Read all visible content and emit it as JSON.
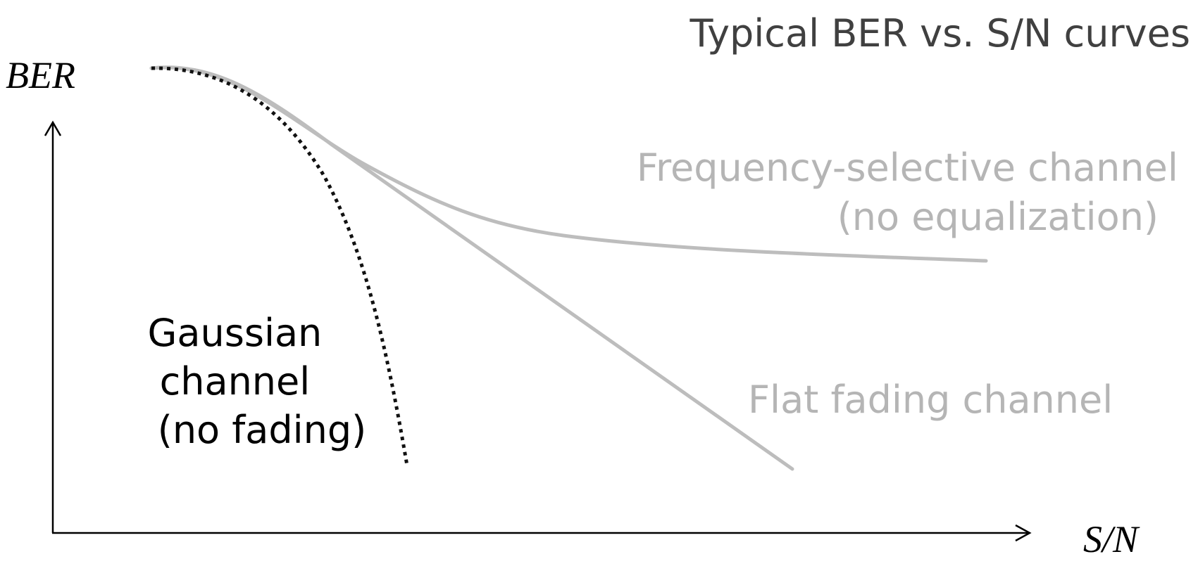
{
  "title": "Typical BER vs. S/N curves",
  "axes": {
    "y_label": "BER",
    "x_label": "S/N"
  },
  "curves": {
    "gaussian": {
      "label_lines": [
        "Gaussian",
        "channel",
        "(no fading)"
      ],
      "color": "#111111",
      "style": "dotted"
    },
    "flat_fading": {
      "label": "Flat fading channel",
      "color": "#bdbdbd",
      "style": "solid"
    },
    "frequency_selective": {
      "label_lines": [
        "Frequency-selective channel",
        "(no equalization)"
      ],
      "color": "#bdbdbd",
      "style": "solid"
    }
  },
  "colors": {
    "title": "#404040",
    "axis": "#000000",
    "gray_label": "#b5b5b5",
    "black_label": "#000000"
  }
}
